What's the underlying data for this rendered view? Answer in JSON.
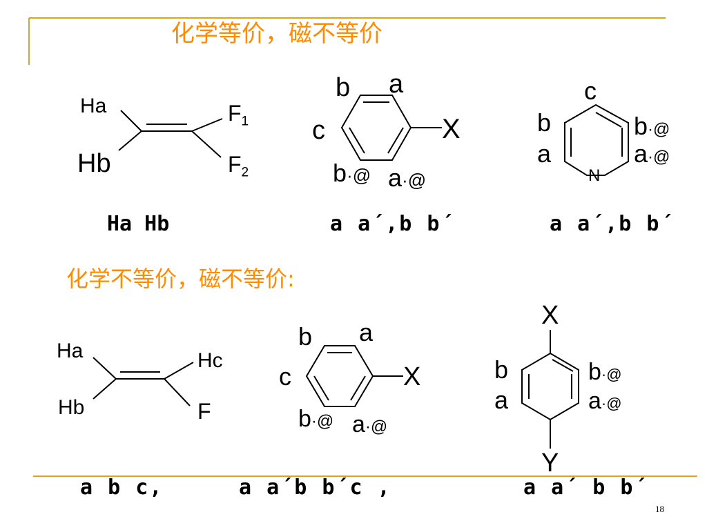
{
  "page_number": "18",
  "section1": {
    "title": "化学等价，磁不等价",
    "mol1": {
      "ha": "Ha",
      "hb": "Hb",
      "f1": "F",
      "f1_sub": "1",
      "f2": "F",
      "f2_sub": "2"
    },
    "mol2": {
      "b": "b",
      "a": "a",
      "c": "c",
      "x": "X",
      "b2": "b",
      "b2_sup": "·@",
      "a2": "a",
      "a2_sup": "·@"
    },
    "mol3": {
      "c": "c",
      "b": "b",
      "a": "a",
      "b2": "b",
      "b2_sup": "·@",
      "a2": "a",
      "a2_sup": "·@",
      "n": "N"
    },
    "result1": "Ha Hb",
    "result2": "a a´,b b´",
    "result3": "a a´,b b´"
  },
  "section2": {
    "title": "化学不等价，磁不等价:",
    "mol1": {
      "ha": "Ha",
      "hb": "Hb",
      "hc": "Hc",
      "f": "F"
    },
    "mol2": {
      "b": "b",
      "a": "a",
      "c": "c",
      "x": "X",
      "b2": "b",
      "b2_sup": "·@",
      "a2": "a",
      "a2_sup": "·@"
    },
    "mol3": {
      "x": "X",
      "y": "Y",
      "b": "b",
      "a": "a",
      "b2": "b",
      "b2_sup": "·@",
      "a2": "a",
      "a2_sup": "·@"
    },
    "result1": "a b c,",
    "result2": "a a´b b´c ,",
    "result3": "a a´ b b´"
  }
}
